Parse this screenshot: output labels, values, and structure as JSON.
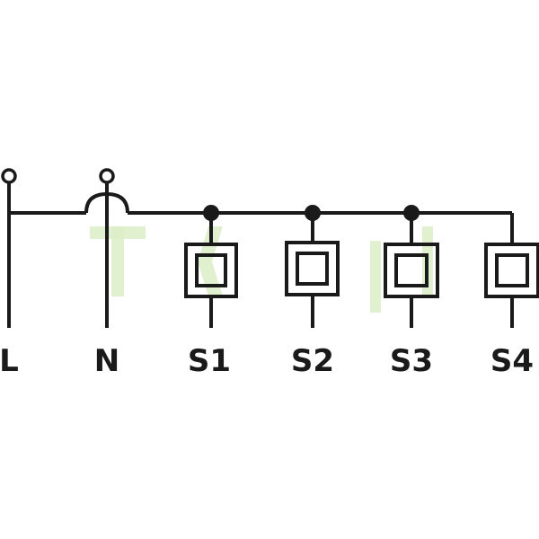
{
  "labels": {
    "l": "L",
    "n": "N",
    "s1": "S1",
    "s2": "S2",
    "s3": "S3",
    "s4": "S4"
  },
  "watermark": {
    "color": "#dcefc8"
  },
  "colors": {
    "line": "#1a1a1a",
    "background": "#ffffff"
  }
}
